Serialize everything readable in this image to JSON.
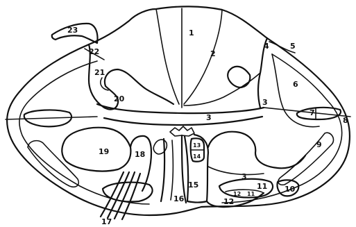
{
  "labels": {
    "l1": "1",
    "l2": "2",
    "l3a": "3",
    "l3b": "3",
    "l3c": "3",
    "l4": "4",
    "l5": "5",
    "l6": "6",
    "l7": "7",
    "l8": "8",
    "l9": "9",
    "l10": "10",
    "l11a": "11",
    "l11b": "11",
    "l12a": "12",
    "l12b": "12",
    "l13": "13",
    "l14": "14",
    "l15": "15",
    "l16": "16",
    "l17": "17",
    "l18": "18",
    "l19": "19",
    "l20": "20",
    "l21": "21",
    "l22": "22",
    "l23": "23"
  },
  "colors": {
    "ink": "#111111",
    "paper": "#ffffff"
  }
}
